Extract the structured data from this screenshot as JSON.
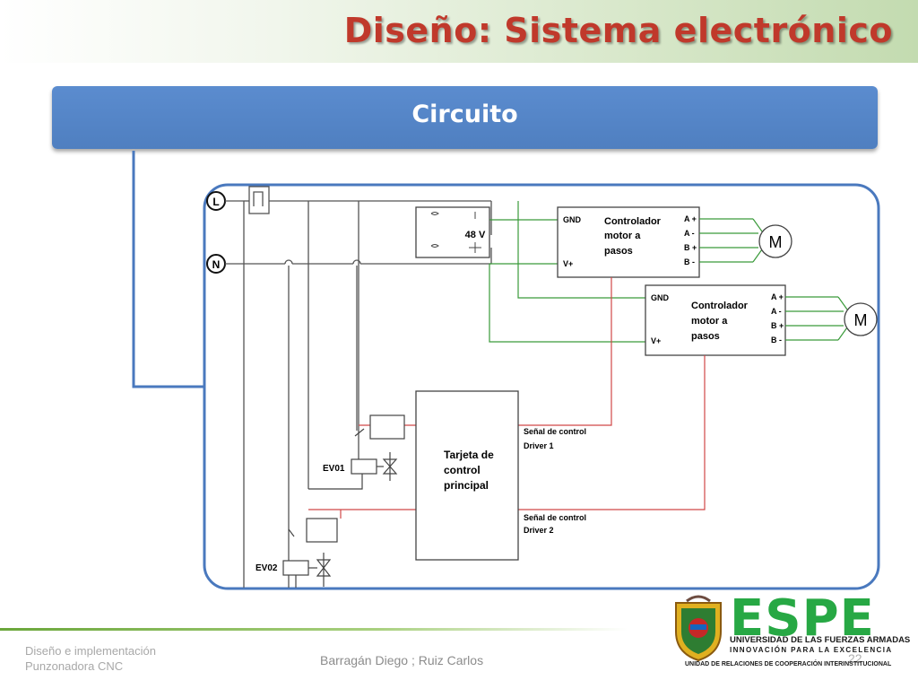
{
  "slide": {
    "title": "Diseño: Sistema electrónico",
    "header": "Circuito"
  },
  "diagram": {
    "labels": {
      "line_l": "L",
      "line_n": "N",
      "power_supply": "48 V",
      "driver1_gnd": "GND",
      "driver1_vplus": "V+",
      "driver1_title": [
        "Controlador",
        "motor a",
        "pasos"
      ],
      "driver1_pins": [
        "A +",
        "A -",
        "B +",
        "B -"
      ],
      "driver2_gnd": "GND",
      "driver2_vplus": "V+",
      "driver2_title": [
        "Controlador",
        "motor a",
        "pasos"
      ],
      "driver2_pins": [
        "A +",
        "A -",
        "B +",
        "B -"
      ],
      "motor_symbol": "M",
      "board_title": [
        "Tarjeta de",
        "control",
        "principal"
      ],
      "signal1": [
        "Señal de control",
        "Driver 1"
      ],
      "signal2": [
        "Señal de control",
        "Driver 2"
      ],
      "valve1": "EV01",
      "valve2": "EV02"
    },
    "colors": {
      "frame": "#4a79be",
      "green_wire": "#3a9a3a",
      "red_wire": "#d04848",
      "black_wire": "#222222"
    }
  },
  "footer": {
    "left_line1": "Diseño e implementación",
    "left_line2": "Punzonadora CNC",
    "authors": "Barragán Diego ; Ruiz Carlos",
    "page": "22"
  },
  "logo": {
    "name": "ESPE",
    "university": "UNIVERSIDAD DE LAS FUERZAS ARMADAS",
    "motto": "INNOVACIÓN PARA LA EXCELENCIA",
    "unit": "UNIDAD DE RELACIONES DE COOPERACIÓN INTERINSTITUCIONAL"
  }
}
